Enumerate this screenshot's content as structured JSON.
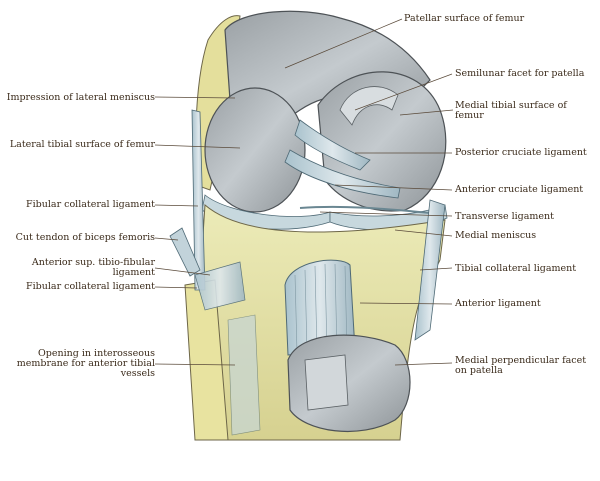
{
  "labels": {
    "patellar_surface": "Patellar surface of femur",
    "semilunar_facet": "Semilunar facet for patella",
    "medial_tibial_surface_1": "Medial tibial surface of",
    "medial_tibial_surface_2": "femur",
    "posterior_cruciate": "Posterior cruciate ligament",
    "anterior_cruciate": "Anterior cruciate ligament",
    "transverse": "Transverse ligament",
    "medial_meniscus": "Medial meniscus",
    "tibial_collateral": "Tibial collateral ligament",
    "anterior_ligament": "Anterior ligament",
    "medial_perp_facet_1": "Medial perpendicular facet",
    "medial_perp_facet_2": "on patella",
    "impression_lateral_meniscus": "Impression of lateral meniscus",
    "lateral_tibial_surface": "Lateral tibial surface of femur",
    "fibular_collateral_1": "Fibular collateral ligament",
    "cut_tendon_biceps": "Cut tendon of biceps femoris",
    "anterior_sup_tibiofibular_1": "Anterior sup. tibio-fibular",
    "anterior_sup_tibiofibular_2": "ligament",
    "fibular_collateral_2": "Fibular collateral ligament",
    "opening_interosseous_1": "Opening in interosseous",
    "opening_interosseous_2": "membrane for anterior tibial",
    "opening_interosseous_3": "vessels"
  },
  "colors": {
    "label_text": "#3a2a1a",
    "leader_line": "#5a4a3a",
    "bone_yellow": "#e6e2a2",
    "cartilage_grey": "#b6bcc0",
    "ligament_blue": "#b9cfd8",
    "background": "#ffffff"
  }
}
